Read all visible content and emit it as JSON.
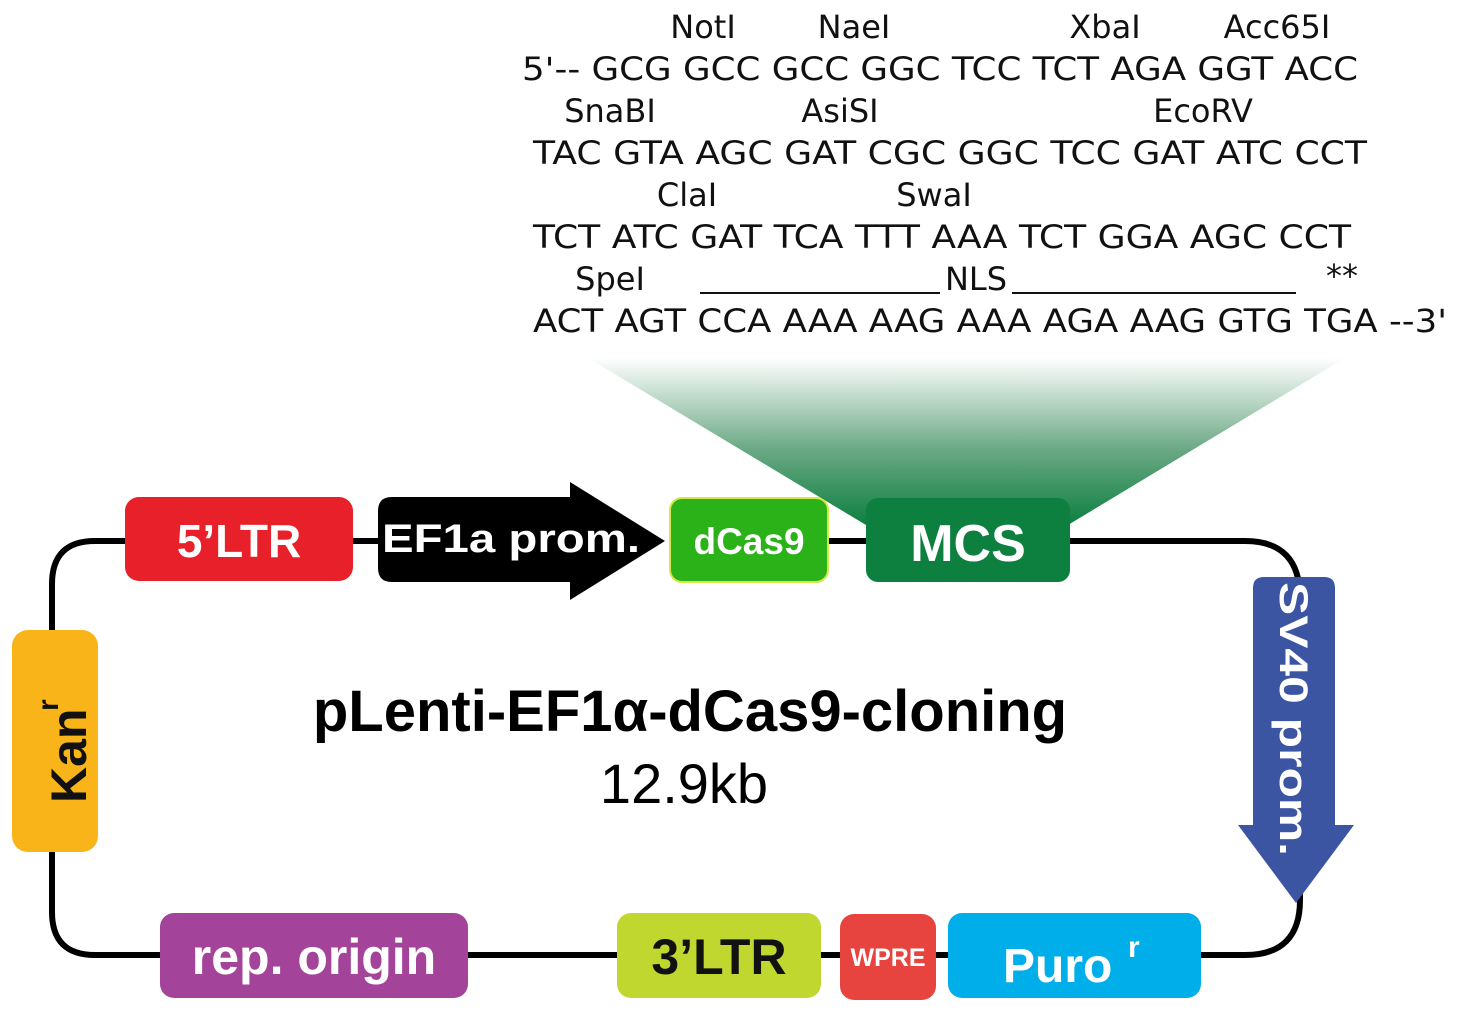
{
  "mcs_sequence": {
    "rows": [
      {
        "enzymes": [
          "NotI",
          "NaeI",
          "XbaI",
          "Acc65I"
        ],
        "sequence": "5'-- GCG GCC GCC GGC TCC TCT AGA GGT ACC"
      },
      {
        "enzymes": [
          "SnaBI",
          "AsiSI",
          "EcoRV"
        ],
        "sequence": "TAC GTA AGC GAT CGC GGC TCC GAT ATC CCT"
      },
      {
        "enzymes": [
          "ClaI",
          "SwaI"
        ],
        "sequence": "TCT ATC GAT TCA TTT AAA TCT GGA AGC CCT"
      },
      {
        "enzymes": [
          "SpeI"
        ],
        "sequence": "ACT AGT CCA AAA AAG AAA AGA AAG GTG TGA --3'"
      }
    ],
    "nls_label": "NLS",
    "stop_marker": "**"
  },
  "plasmid": {
    "name": "pLenti-EF1α-dCas9-cloning",
    "size": "12.9kb"
  },
  "elements": {
    "ltr5": {
      "label": "5’LTR",
      "color": "#e8202a"
    },
    "ef1a": {
      "label": "EF1a prom.",
      "color": "#000000"
    },
    "dcas9": {
      "label": "dCas9",
      "color": "#2ab218"
    },
    "mcs": {
      "label": "MCS",
      "color": "#0d8040"
    },
    "sv40": {
      "label": "SV40 prom.",
      "color": "#3c55a3"
    },
    "puro": {
      "label": "Puro",
      "sup": "r",
      "color": "#00aeea"
    },
    "wpre": {
      "label": "WPRE",
      "color": "#e8443f"
    },
    "ltr3": {
      "label": "3’LTR",
      "color": "#bfd72f"
    },
    "rep_origin": {
      "label": "rep. origin",
      "color": "#a3449a"
    },
    "kan": {
      "label": "Kan",
      "sup": "r",
      "color": "#f8b419"
    }
  }
}
